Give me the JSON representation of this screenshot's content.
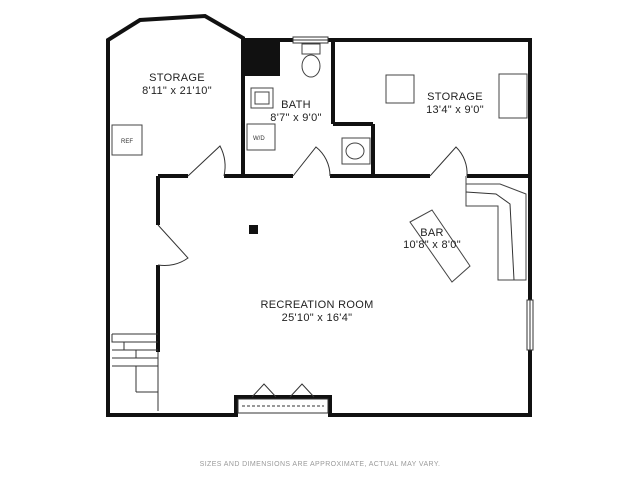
{
  "rooms": {
    "storage_left": {
      "name": "STORAGE",
      "dims": "8'11\" x 21'10\""
    },
    "bath": {
      "name": "BATH",
      "dims": "8'7\" x 9'0\""
    },
    "storage_right": {
      "name": "STORAGE",
      "dims": "13'4\" x 9'0\""
    },
    "bar": {
      "name": "BAR",
      "dims": "10'8\" x 8'0\""
    },
    "recreation": {
      "name": "RECREATION ROOM",
      "dims": "25'10\" x 16'4\""
    }
  },
  "fixtures": {
    "ref": "REF",
    "washer_dryer": "W/D"
  },
  "disclaimer": "SIZES AND DIMENSIONS ARE APPROXIMATE, ACTUAL MAY VARY."
}
